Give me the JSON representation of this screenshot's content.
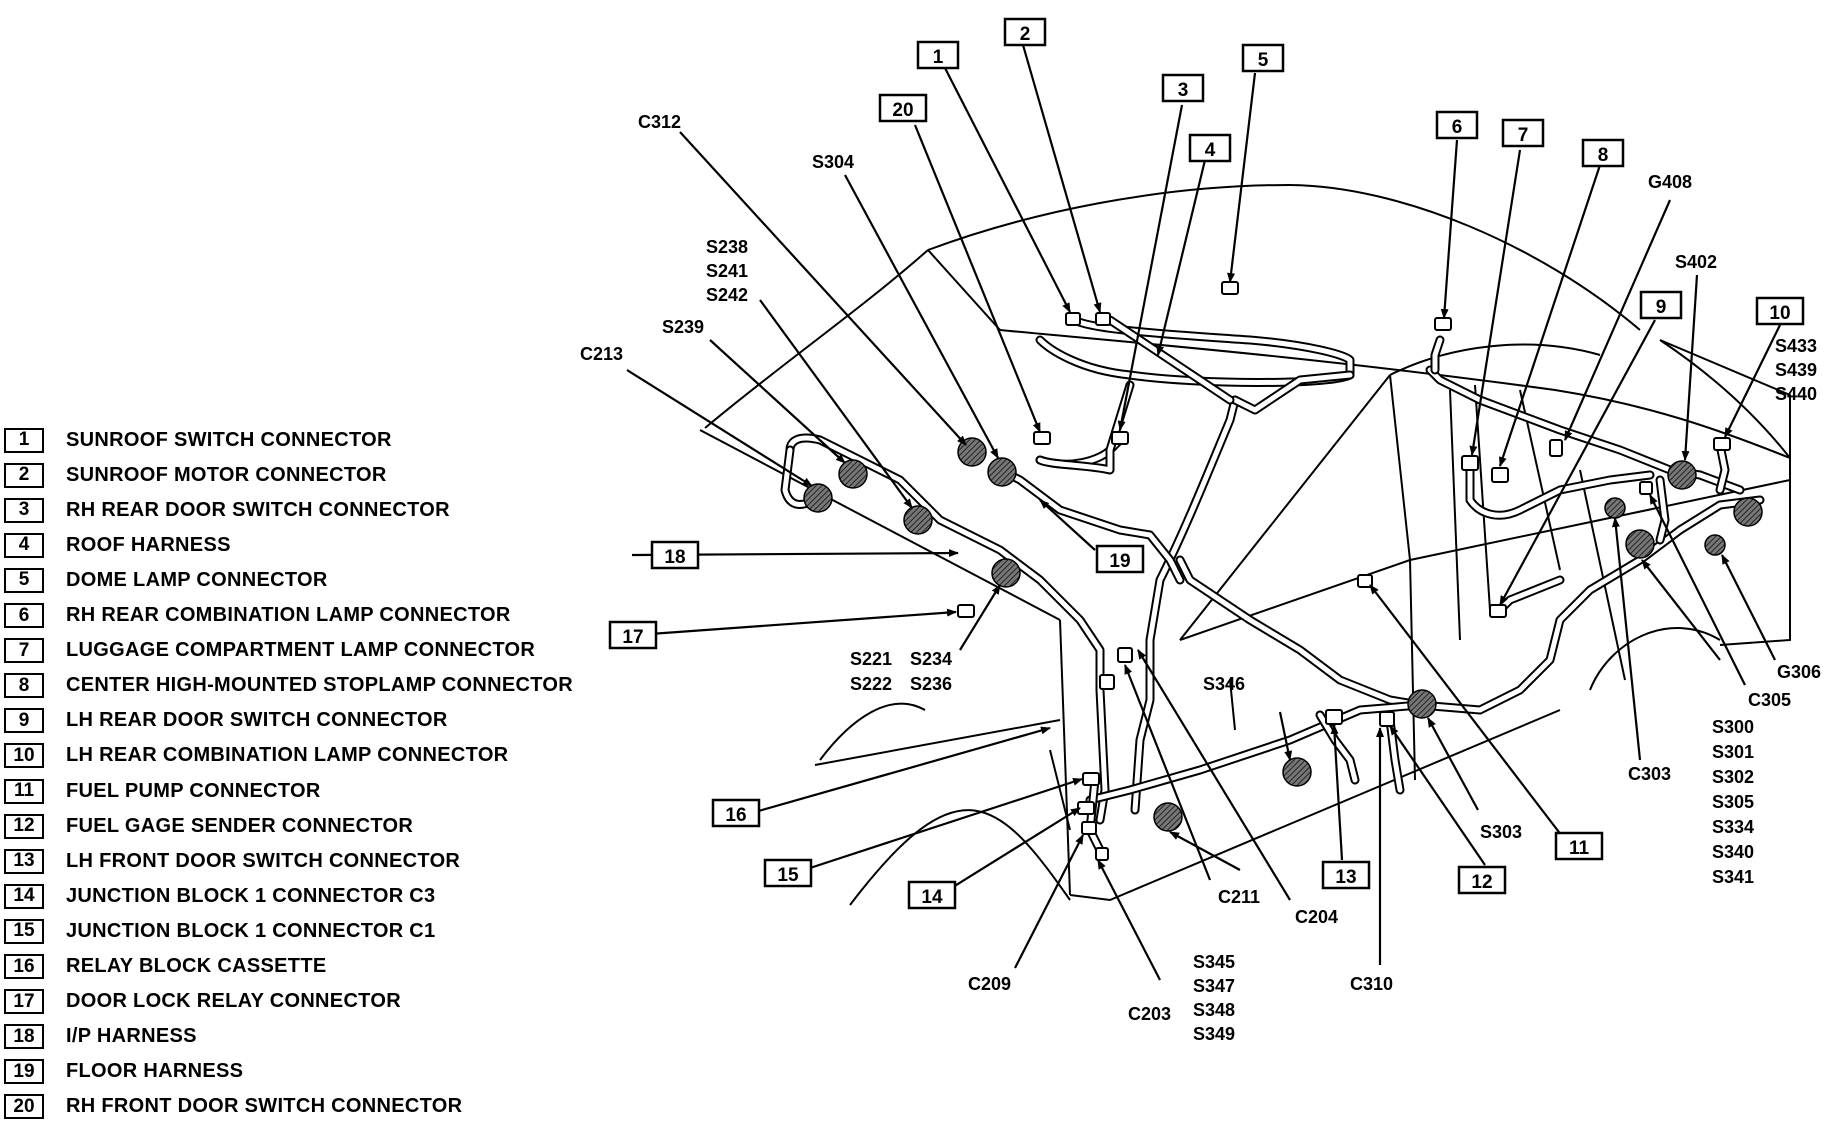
{
  "legend": [
    {
      "num": "1",
      "text": "SUNROOF SWITCH CONNECTOR"
    },
    {
      "num": "2",
      "text": "SUNROOF MOTOR CONNECTOR"
    },
    {
      "num": "3",
      "text": "RH REAR DOOR SWITCH CONNECTOR"
    },
    {
      "num": "4",
      "text": "ROOF HARNESS"
    },
    {
      "num": "5",
      "text": "DOME LAMP CONNECTOR"
    },
    {
      "num": "6",
      "text": "RH REAR COMBINATION LAMP CONNECTOR"
    },
    {
      "num": "7",
      "text": "LUGGAGE COMPARTMENT LAMP CONNECTOR"
    },
    {
      "num": "8",
      "text": "CENTER HIGH-MOUNTED STOPLAMP CONNECTOR"
    },
    {
      "num": "9",
      "text": "LH REAR DOOR SWITCH CONNECTOR"
    },
    {
      "num": "10",
      "text": "LH REAR COMBINATION LAMP CONNECTOR"
    },
    {
      "num": "11",
      "text": "FUEL PUMP CONNECTOR"
    },
    {
      "num": "12",
      "text": "FUEL GAGE SENDER CONNECTOR"
    },
    {
      "num": "13",
      "text": "LH FRONT DOOR SWITCH CONNECTOR"
    },
    {
      "num": "14",
      "text": "JUNCTION BLOCK 1 CONNECTOR C3"
    },
    {
      "num": "15",
      "text": "JUNCTION BLOCK 1 CONNECTOR C1"
    },
    {
      "num": "16",
      "text": "RELAY BLOCK CASSETTE"
    },
    {
      "num": "17",
      "text": "DOOR LOCK RELAY CONNECTOR"
    },
    {
      "num": "18",
      "text": "I/P HARNESS"
    },
    {
      "num": "19",
      "text": "FLOOR HARNESS"
    },
    {
      "num": "20",
      "text": "RH FRONT DOOR SWITCH CONNECTOR"
    }
  ],
  "callouts": {
    "c1": "1",
    "c2": "2",
    "c3": "3",
    "c4": "4",
    "c5": "5",
    "c6": "6",
    "c7": "7",
    "c8": "8",
    "c9": "9",
    "c10": "10",
    "c11": "11",
    "c12": "12",
    "c13": "13",
    "c14": "14",
    "c15": "15",
    "c16": "16",
    "c17": "17",
    "c18": "18",
    "c19": "19",
    "c20": "20"
  },
  "labels": {
    "c312": "C312",
    "s304": "S304",
    "s238": "S238",
    "s241": "S241",
    "s242": "S242",
    "s239": "S239",
    "c213": "C213",
    "s221": "S221",
    "s222": "S222",
    "s234": "S234",
    "s236": "S236",
    "s346": "S346",
    "c211": "C211",
    "c204": "C204",
    "c209": "C209",
    "c203": "C203",
    "s345": "S345",
    "s347": "S347",
    "s348": "S348",
    "s349": "S349",
    "c310": "C310",
    "s303": "S303",
    "g408": "G408",
    "s402": "S402",
    "s433": "S433",
    "s439": "S439",
    "s440": "S440",
    "g306": "G306",
    "c305": "C305",
    "c303": "C303",
    "s300": "S300",
    "s301": "S301",
    "s302": "S302",
    "s305": "S305",
    "s334": "S334",
    "s340": "S340",
    "s341": "S341"
  }
}
